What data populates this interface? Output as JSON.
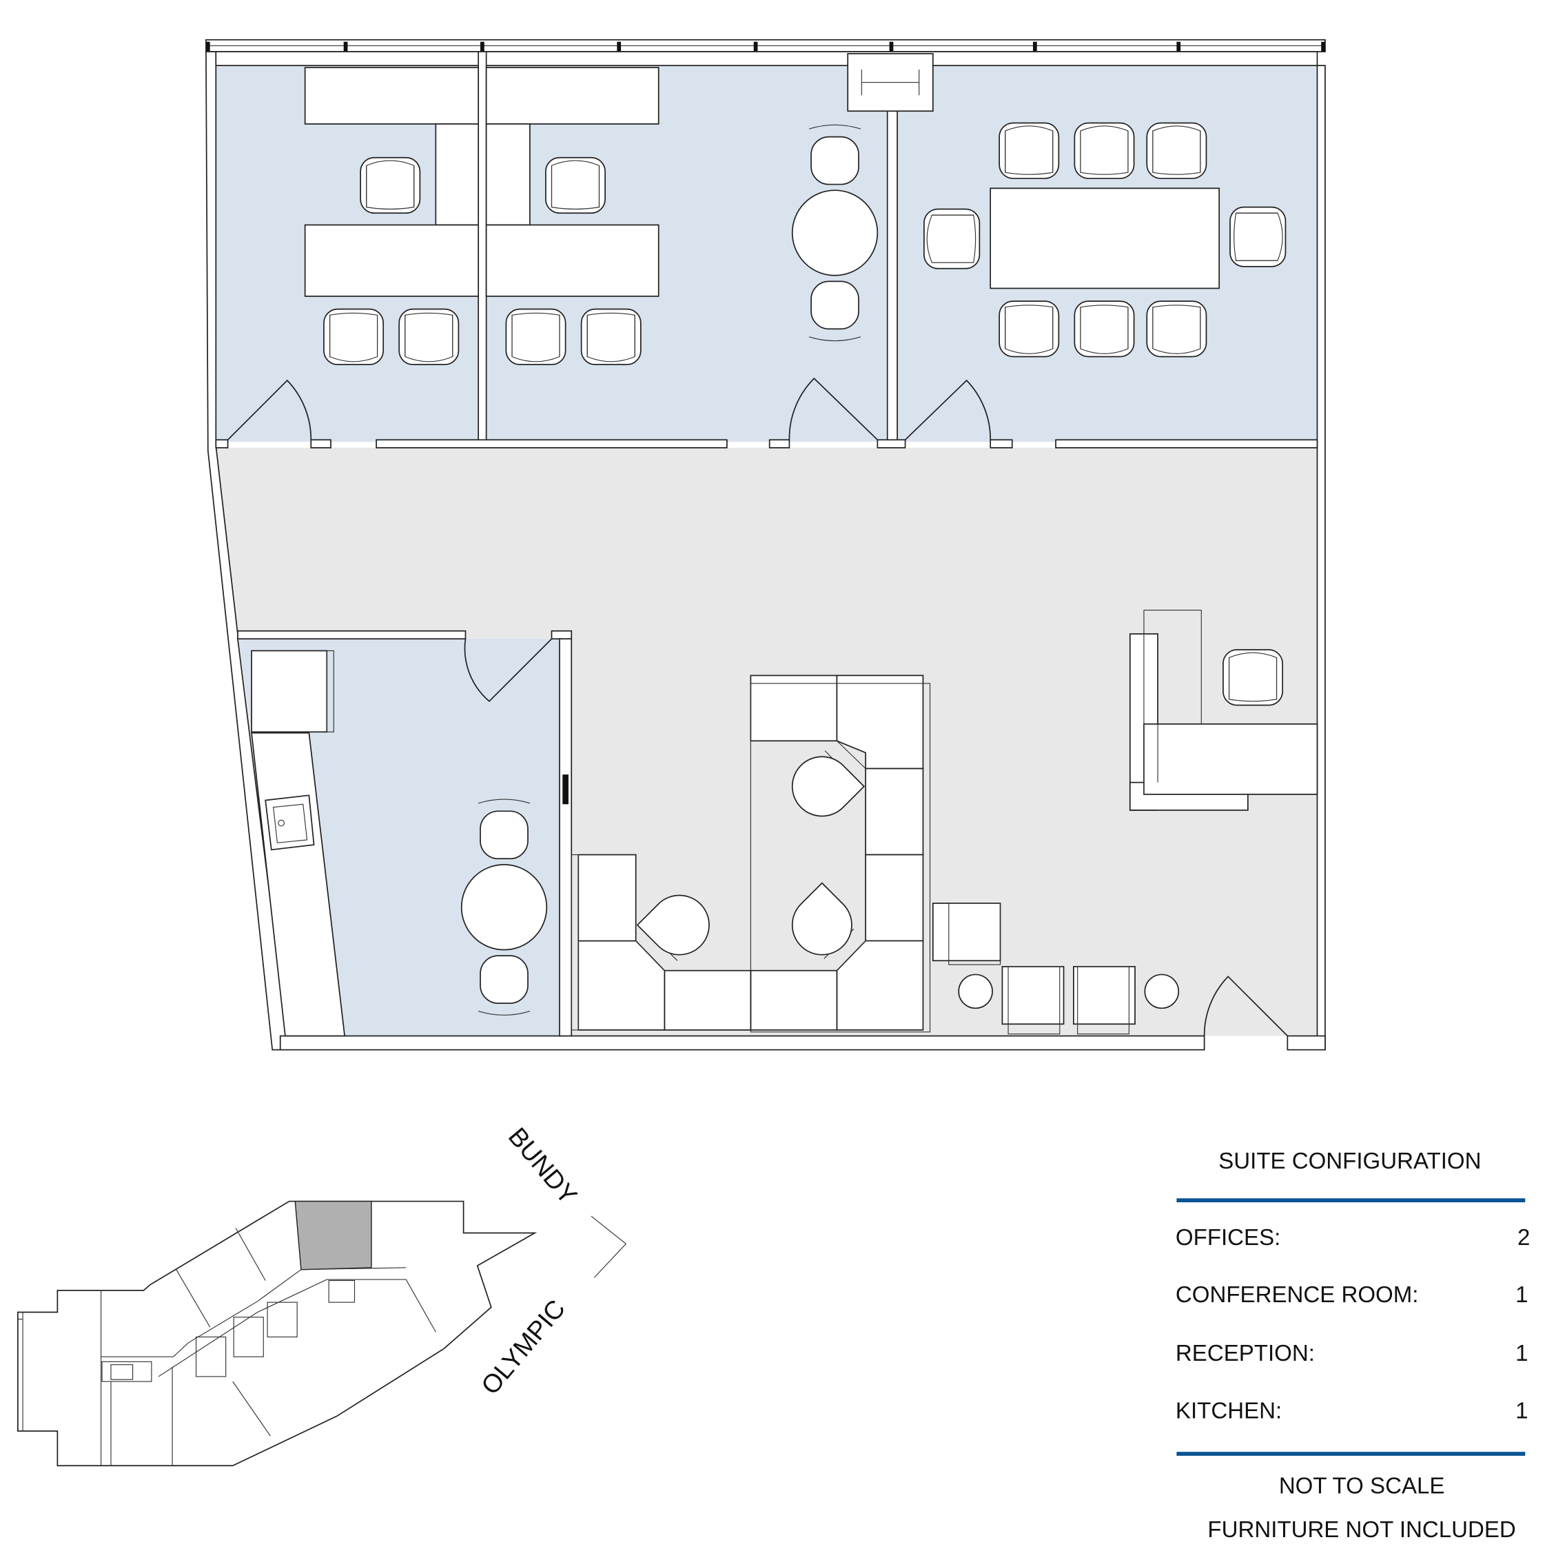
{
  "colors": {
    "room_blue": "#d9e3ee",
    "open_grey": "#e8e8e8",
    "accent_rule": "#0b5394",
    "suite_highlight": "#b0b0b0"
  },
  "key_plan": {
    "streets": {
      "north_east": "BUNDY",
      "south_east": "OLYMPIC"
    }
  },
  "legend": {
    "title": "SUITE CONFIGURATION",
    "rows": [
      {
        "label": "OFFICES:",
        "value": "2"
      },
      {
        "label": "CONFERENCE ROOM:",
        "value": "1"
      },
      {
        "label": "RECEPTION:",
        "value": "1"
      },
      {
        "label": "KITCHEN:",
        "value": "1"
      }
    ],
    "notes": [
      "NOT TO SCALE",
      "FURNITURE NOT INCLUDED"
    ]
  }
}
